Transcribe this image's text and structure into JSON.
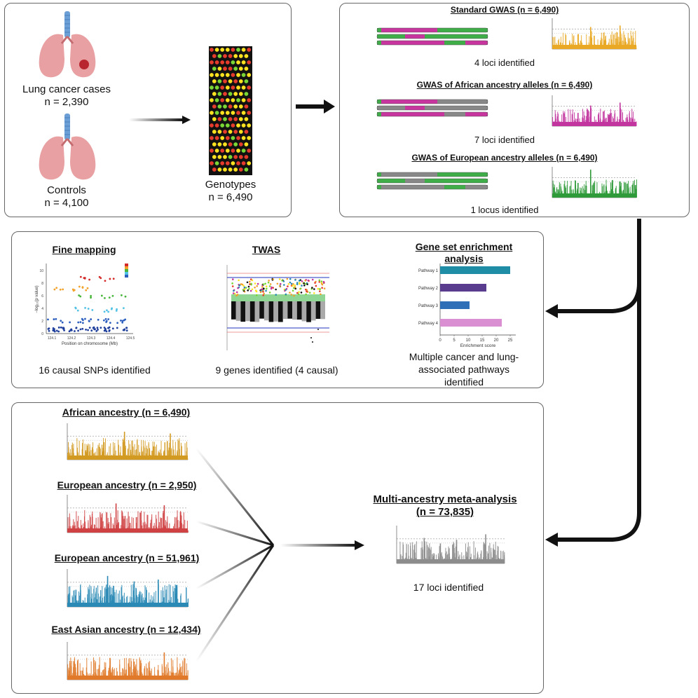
{
  "colors": {
    "gwas_std": "#e9a925",
    "gwas_afr": "#c2359e",
    "gwas_eur": "#2f9a3a",
    "afr_orange": "#d39a22",
    "eur_red": "#cf4143",
    "eur_blue": "#2a8ab5",
    "eas_orange": "#e07a2a",
    "meta_gray": "#8c8c8c",
    "chrom_magenta": "#c8359f",
    "chrom_green": "#3fae49",
    "chrom_gray": "#888888",
    "bar_teal": "#1f8da6",
    "bar_purple": "#5a3c8f",
    "bar_blue": "#2f6fb8",
    "bar_pink": "#d98fd1"
  },
  "panel1": {
    "cases_label": "Lung cancer cases",
    "cases_n": "n = 2,390",
    "controls_label": "Controls",
    "controls_n": "n = 4,100",
    "genotypes_label": "Genotypes",
    "genotypes_n": "n = 6,490"
  },
  "panel2": {
    "std_title": "Standard GWAS (n = 6,490)",
    "std_result": "4 loci identified",
    "afr_title": "GWAS of African ancestry alleles (n = 6,490)",
    "afr_result": "7 loci identified",
    "eur_title": "GWAS of European ancestry alleles (n = 6,490)",
    "eur_result": "1 locus identified"
  },
  "panel3": {
    "fine_title": "Fine mapping",
    "fine_result": "16 causal SNPs identified",
    "fine_xlabel": "Position on chromosome (Mb)",
    "fine_ylabel": "−log₁₀(p value)",
    "twas_title": "TWAS",
    "twas_result": "9 genes identified (4 causal)",
    "gsea_title": "Gene set enrichment analysis",
    "gsea_result": "Multiple cancer and lung-associated pathways identified"
  },
  "panel4": {
    "afr_title": "African ancestry (n = 6,490)",
    "eur1_title": "European ancestry (n = 2,950)",
    "eur2_title": "European ancestry (n = 51,961)",
    "eas_title": "East Asian ancestry (n = 12,434)",
    "meta_title": "Multi-ancestry meta-analysis (n = 73,835)",
    "meta_result": "17 loci identified"
  },
  "chart_data": [
    {
      "type": "bar",
      "categories": [
        "Pathway 1",
        "Pathway 2",
        "Pathway 3",
        "Pathway 4"
      ],
      "values": [
        25,
        16.5,
        10.5,
        22
      ],
      "xlabel": "Enrichment score",
      "xticks": [
        0,
        5,
        10,
        15,
        20,
        25
      ],
      "xlim": [
        0,
        27
      ],
      "orientation": "horizontal"
    },
    {
      "type": "scatter",
      "xlabel": "Position on chromosome (Mb)",
      "ylabel": "−log₁₀(p value)",
      "xticks": [
        "124.1",
        "124.2",
        "124.3",
        "124.4",
        "124.5"
      ],
      "yticks": [
        "0",
        "2",
        "4",
        "6",
        "8",
        "10"
      ]
    }
  ]
}
